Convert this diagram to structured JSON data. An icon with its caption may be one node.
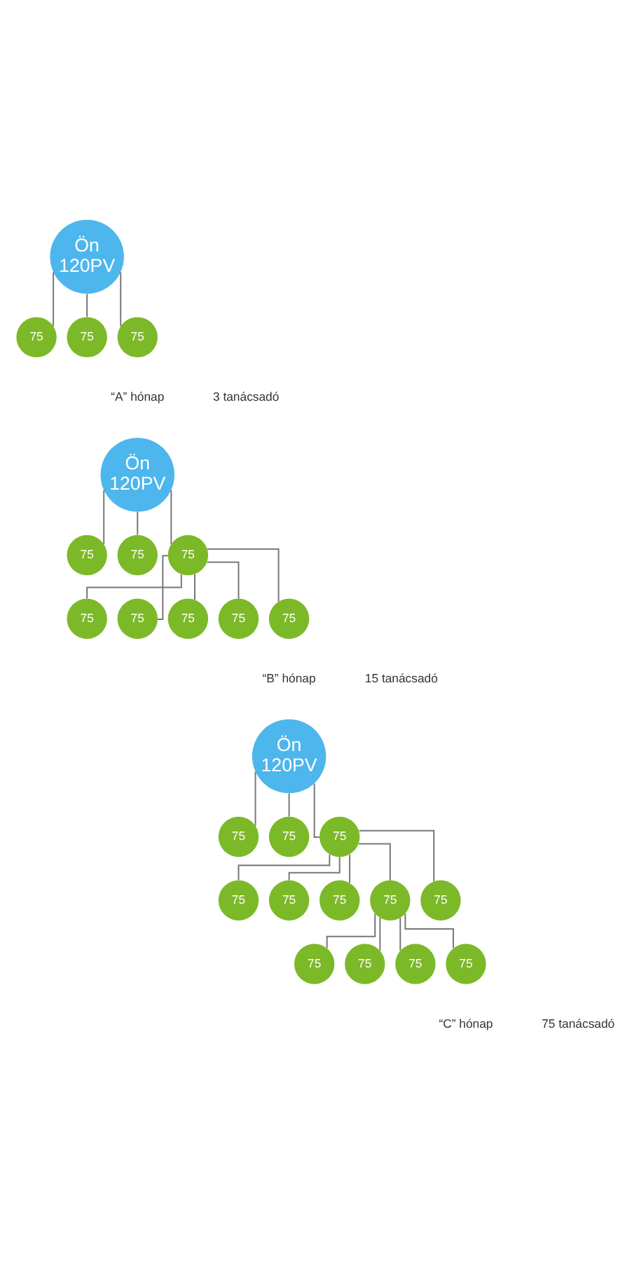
{
  "diagram": {
    "nodes": [
      {
        "text": [
          "Ön",
          "120PV"
        ]
      },
      {
        "text": [
          "75"
        ]
      },
      {
        "text": [
          "75"
        ]
      },
      {
        "text": [
          "75"
        ]
      },
      {
        "text": [
          "Ön",
          "120PV"
        ]
      },
      {
        "text": [
          "75"
        ]
      },
      {
        "text": [
          "75"
        ]
      },
      {
        "text": [
          "75"
        ]
      },
      {
        "text": [
          "75"
        ]
      },
      {
        "text": [
          "75"
        ]
      },
      {
        "text": [
          "75"
        ]
      },
      {
        "text": [
          "75"
        ]
      },
      {
        "text": [
          "75"
        ]
      },
      {
        "text": [
          "Ön",
          "120PV"
        ]
      },
      {
        "text": [
          "75"
        ]
      },
      {
        "text": [
          "75"
        ]
      },
      {
        "text": [
          "75"
        ]
      },
      {
        "text": [
          "75"
        ]
      },
      {
        "text": [
          "75"
        ]
      },
      {
        "text": [
          "75"
        ]
      },
      {
        "text": [
          "75"
        ]
      },
      {
        "text": [
          "75"
        ]
      },
      {
        "text": [
          "75"
        ]
      },
      {
        "text": [
          "75"
        ]
      },
      {
        "text": [
          "75"
        ]
      },
      {
        "text": [
          "75"
        ]
      }
    ],
    "edges": [
      {
        "from": 0,
        "to": 1,
        "arrow": "none"
      },
      {
        "from": 0,
        "to": 2,
        "arrow": "none"
      },
      {
        "from": 0,
        "to": 3,
        "arrow": "none"
      },
      {
        "from": 4,
        "to": 5,
        "arrow": "none"
      },
      {
        "from": 4,
        "to": 6,
        "arrow": "none"
      },
      {
        "from": 4,
        "to": 7,
        "arrow": "none"
      },
      {
        "from": 7,
        "to": 8,
        "arrow": "none"
      },
      {
        "from": 7,
        "to": 9,
        "arrow": "none"
      },
      {
        "from": 7,
        "to": 10,
        "arrow": "none"
      },
      {
        "from": 7,
        "to": 11,
        "arrow": "none"
      },
      {
        "from": 7,
        "to": 12,
        "arrow": "none"
      },
      {
        "from": 13,
        "to": 14,
        "arrow": "none"
      },
      {
        "from": 13,
        "to": 15,
        "arrow": "none"
      },
      {
        "from": 13,
        "to": 16,
        "arrow": "none"
      },
      {
        "from": 16,
        "to": 17,
        "arrow": "none"
      },
      {
        "from": 16,
        "to": 18,
        "arrow": "none"
      },
      {
        "from": 16,
        "to": 19,
        "arrow": "none"
      },
      {
        "from": 16,
        "to": 20,
        "arrow": "none"
      },
      {
        "from": 16,
        "to": 21,
        "arrow": "none"
      },
      {
        "from": 20,
        "to": 22,
        "arrow": "none"
      },
      {
        "from": 20,
        "to": 23,
        "arrow": "none"
      },
      {
        "from": 20,
        "to": 24,
        "arrow": "none"
      },
      {
        "from": 20,
        "to": 25,
        "arrow": "none"
      }
    ],
    "labels": [
      "“A” hónap",
      "3 tanácsadó",
      "“B” hónap",
      "15 tanácsadó",
      "“C” hónap",
      "75 tanácsadó"
    ]
  }
}
